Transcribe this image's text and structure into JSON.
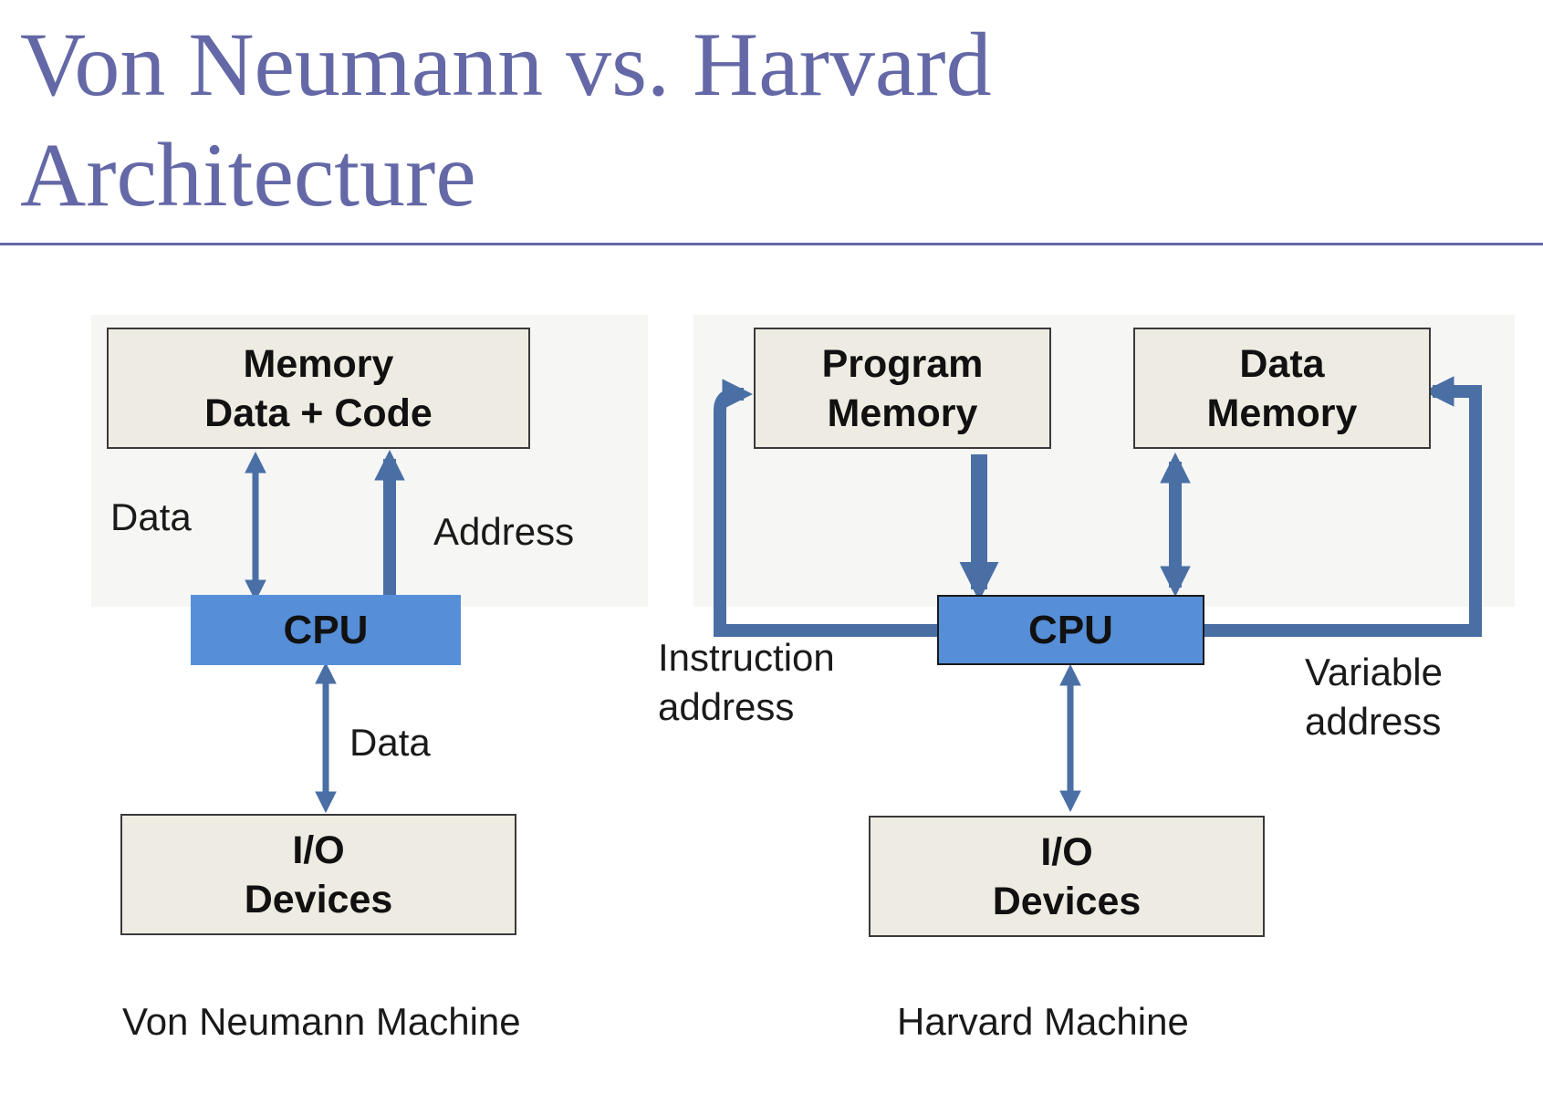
{
  "title": {
    "line1": "Von Neumann vs. Harvard",
    "line2": "Architecture"
  },
  "von_neumann": {
    "memory": {
      "line1": "Memory",
      "line2": "Data + Code"
    },
    "cpu": "CPU",
    "io": {
      "line1": "I/O",
      "line2": "Devices"
    },
    "label_data_top": "Data",
    "label_address": "Address",
    "label_data_bottom": "Data",
    "caption": "Von Neumann Machine"
  },
  "harvard": {
    "program_memory": {
      "line1": "Program",
      "line2": "Memory"
    },
    "data_memory": {
      "line1": "Data",
      "line2": "Memory"
    },
    "cpu": "CPU",
    "io": {
      "line1": "I/O",
      "line2": "Devices"
    },
    "label_instruction": {
      "line1": "Instruction",
      "line2": "address"
    },
    "label_variable": {
      "line1": "Variable",
      "line2": "address"
    },
    "caption": "Harvard Machine"
  },
  "colors": {
    "title": "#6468a6",
    "box_fill": "#eeece2",
    "cpu_fill": "#568fd8",
    "arrow": "#4a6fa5"
  }
}
